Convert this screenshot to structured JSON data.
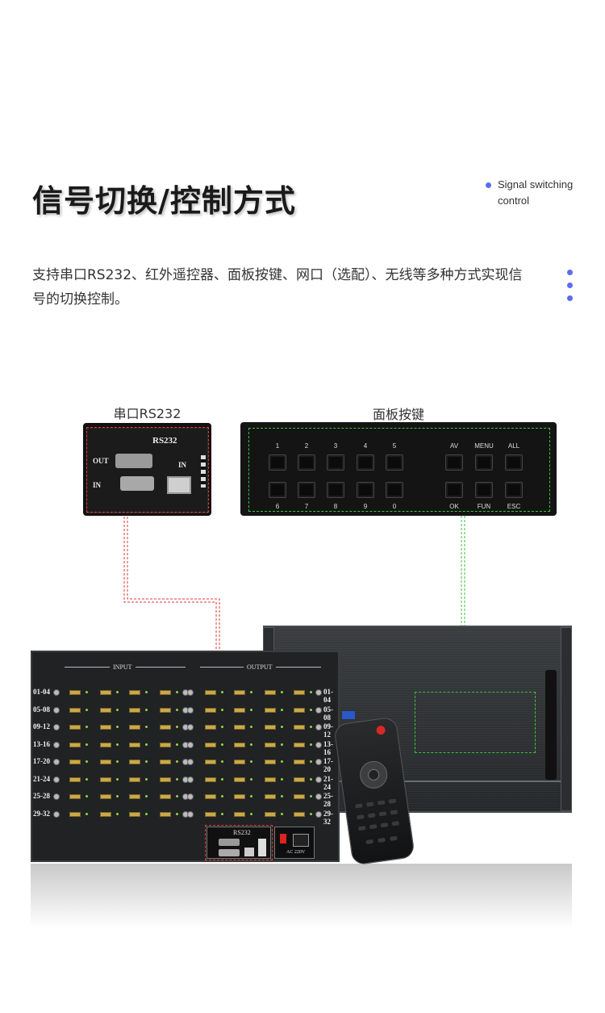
{
  "heading": {
    "title": "信号切换/控制方式",
    "subtitle_en": "Signal switching control"
  },
  "description": "支持串口RS232、红外遥控器、面板按键、网口（选配）、无线等多种方式实现信号的切换控制。",
  "captions": {
    "rs232": "串口RS232",
    "panel_keys": "面板按键"
  },
  "rs232_panel": {
    "title": "RS232",
    "out_label": "OUT",
    "in_label": "IN",
    "in_label_2": "IN"
  },
  "panel_keys": {
    "top_labels": [
      "1",
      "2",
      "3",
      "4",
      "5"
    ],
    "bottom_labels": [
      "6",
      "7",
      "8",
      "9",
      "0"
    ],
    "func_top": [
      "AV",
      "MENU",
      "ALL"
    ],
    "func_bottom": [
      "OK",
      "FUN",
      "ESC"
    ]
  },
  "matrix": {
    "input_label": "INPUT",
    "output_label": "OUTPUT",
    "rows": [
      "01-04",
      "05-08",
      "09-12",
      "13-16",
      "17-20",
      "21-24",
      "25-28",
      "29-32"
    ],
    "rs232_label": "RS232",
    "power_label": "AC 220V"
  },
  "colors": {
    "accent_dot": "#5b6cf0",
    "frame_red": "#e23b3b",
    "frame_green": "#3ec23e"
  }
}
